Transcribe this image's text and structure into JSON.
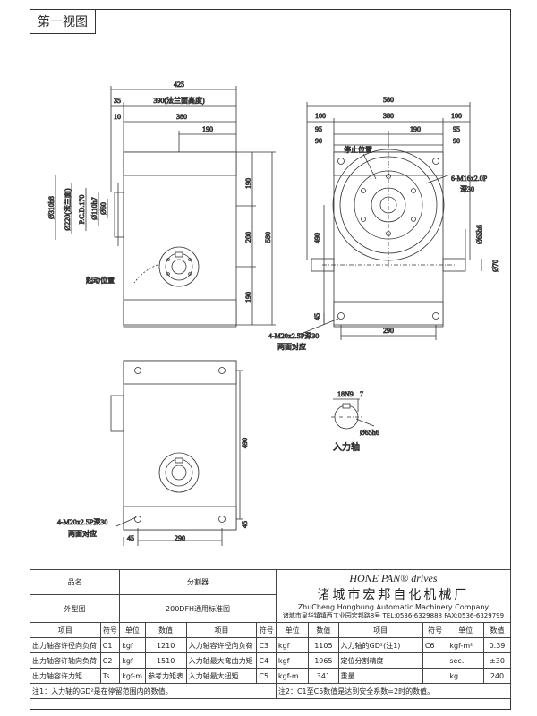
{
  "view_title": "第一视图",
  "dims": {
    "top_total": "425",
    "flange_height": "390(法兰面高度)",
    "d35": "35",
    "d10": "10",
    "d380": "380",
    "d190a": "190",
    "right_total": "580",
    "r100a": "100",
    "r380": "380",
    "r100b": "100",
    "r95a": "95",
    "r190": "190",
    "r95b": "95",
    "r90a": "90",
    "r90b": "90",
    "d310": "Ø310h8",
    "d220": "Ø220(法兰面)",
    "pcd": "P.C.D.170",
    "d110": "Ø110h7",
    "d60": "Ø60",
    "v190a": "190",
    "v200": "200",
    "v580": "580",
    "v190b": "190",
    "start_pos": "起动位置",
    "stop_pos": "停止位置",
    "holes": "6-M16x2.0P",
    "depth30": "深30",
    "d65": "Ø65h6",
    "d70": "Ø70",
    "v490": "490",
    "v45": "45",
    "h290": "290",
    "tap": "4-M20x2.5P深30",
    "opposite": "两面对应",
    "v490b": "490",
    "v45b": "45",
    "h45": "45",
    "h290b": "290",
    "tap2": "4-M20x2.5P深30",
    "opposite2": "两面对应",
    "key": "18N9",
    "key_depth": "7",
    "d65b": "Ø65h6",
    "input_shaft": "入力轴"
  },
  "title_block": {
    "name_label": "品名",
    "name_value": "分割器",
    "shape_label": "外型图",
    "shape_value": "200DFH通用标准图",
    "brand": "HONE PAN® drives",
    "company_cn": "诸城市宏邦自化机械厂",
    "company_en": "ZhuCheng Hongbung Automatic Machinery Company",
    "address": "诸城市皇华镇镇西工业园宏邦路8号",
    "tel": "TEL:0536-6329888",
    "fax": "FAX:0536-6329799"
  },
  "spec_headers": [
    "项目",
    "符号",
    "单位",
    "数值",
    "项目",
    "符号",
    "单位",
    "数值",
    "项目",
    "符号",
    "单位",
    "数值"
  ],
  "spec_rows": [
    [
      "出力轴容许径向负荷",
      "C1",
      "kgf",
      "1210",
      "入力轴容许径向负荷",
      "C3",
      "kgf",
      "1105",
      "入力轴的GD²(注1)",
      "C6",
      "kgf-m²",
      "0.39"
    ],
    [
      "出力轴容许轴向负荷",
      "C2",
      "kgf",
      "1510",
      "入力轴最大弯曲力矩",
      "C4",
      "kgf",
      "1965",
      "定位分割精度",
      "",
      "sec.",
      "±30"
    ],
    [
      "出力轴容许力矩",
      "Ts",
      "kgf-m",
      "参考力矩表",
      "入力轴最大扭矩",
      "C5",
      "kgf-m",
      "341",
      "重量",
      "",
      "kg",
      "240"
    ]
  ],
  "note": "注1：入力轴的GD²是在停留范围内的数值。",
  "note2": "注2：C1至C5数值是达到安全系数=2时的数值。"
}
